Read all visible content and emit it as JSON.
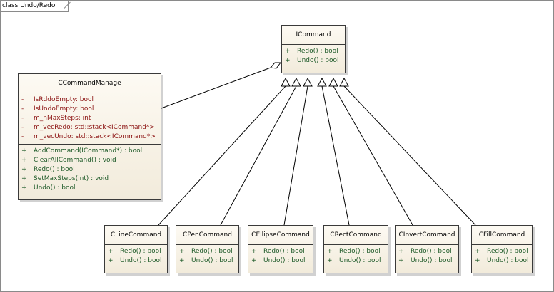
{
  "frame": {
    "label": "class Undo/Redo"
  },
  "interface": {
    "name": "ICommand",
    "operations": [
      {
        "vis": "+",
        "text": "Redo() : bool"
      },
      {
        "vis": "+",
        "text": "Undo() : bool"
      }
    ]
  },
  "manager": {
    "name": "CCommandManage",
    "attributes": [
      {
        "vis": "-",
        "text": "IsRddoEmpty:  bool"
      },
      {
        "vis": "-",
        "text": "IsUndoEmpty:  bool"
      },
      {
        "vis": "-",
        "text": "m_nMaxSteps:  int"
      },
      {
        "vis": "-",
        "text": "m_vecRedo:  std::stack<ICommand*>"
      },
      {
        "vis": "-",
        "text": "m_vecUndo:  std::stack<ICommand*>"
      }
    ],
    "operations": [
      {
        "vis": "+",
        "text": "AddCommand(ICommand*) : bool"
      },
      {
        "vis": "+",
        "text": "ClearAllCommand() : void"
      },
      {
        "vis": "+",
        "text": "Redo() : bool"
      },
      {
        "vis": "+",
        "text": "SetMaxSteps(int) : void"
      },
      {
        "vis": "+",
        "text": "Undo() : bool"
      }
    ]
  },
  "commands": [
    {
      "name": "CLineCommand",
      "operations": [
        {
          "vis": "+",
          "text": "Redo() : bool"
        },
        {
          "vis": "+",
          "text": "Undo() : bool"
        }
      ]
    },
    {
      "name": "CPenCommand",
      "operations": [
        {
          "vis": "+",
          "text": "Redo() : bool"
        },
        {
          "vis": "+",
          "text": "Undo() : bool"
        }
      ]
    },
    {
      "name": "CEllipseCommand",
      "operations": [
        {
          "vis": "+",
          "text": "Redo() : bool"
        },
        {
          "vis": "+",
          "text": "Undo() : bool"
        }
      ]
    },
    {
      "name": "CRectCommand",
      "operations": [
        {
          "vis": "+",
          "text": "Redo() : bool"
        },
        {
          "vis": "+",
          "text": "Undo() : bool"
        }
      ]
    },
    {
      "name": "CInvertCommand",
      "operations": [
        {
          "vis": "+",
          "text": "Redo() : bool"
        },
        {
          "vis": "+",
          "text": "Undo() : bool"
        }
      ]
    },
    {
      "name": "CFillCommand",
      "operations": [
        {
          "vis": "+",
          "text": "Redo() : bool"
        },
        {
          "vis": "+",
          "text": "Undo() : bool"
        }
      ]
    }
  ],
  "colors": {
    "attribute": "#8b1010",
    "operation": "#1e5a28",
    "fill": "#f6f0e3",
    "border": "#3a3a3a"
  }
}
